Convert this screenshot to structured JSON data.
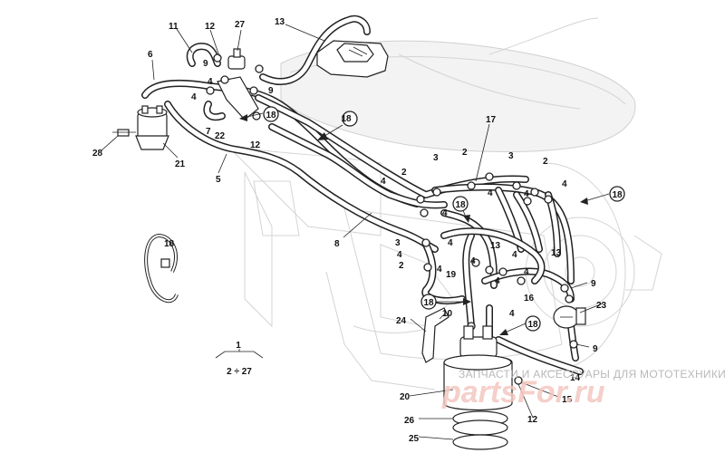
{
  "callouts": {
    "c1": "1",
    "c2": "2 ÷ 27",
    "c3": "2",
    "c4": "3",
    "c5": "4",
    "c6": "5",
    "c7": "6",
    "c8": "7",
    "c9": "8",
    "c10": "9",
    "c11": "10",
    "c12": "11",
    "c13": "12",
    "c14": "13",
    "c15": "14",
    "c16": "15",
    "c17": "16",
    "c18": "17",
    "c19": "18",
    "c20": "19",
    "c21": "20",
    "c22": "21",
    "c23": "22",
    "c24": "23",
    "c25": "24",
    "c26": "25",
    "c27": "26",
    "c28": "27",
    "c29": "28"
  },
  "watermark": {
    "text": "ЗАПЧАСТИ И АКСЕССУАРЫ ДЛЯ МОТОТЕХНИКИ",
    "logo_text": "partsFor.ru"
  },
  "colors": {
    "line": "#222222",
    "ghost": "#d4d4d4",
    "watermark_red": "#f4c7c0"
  }
}
